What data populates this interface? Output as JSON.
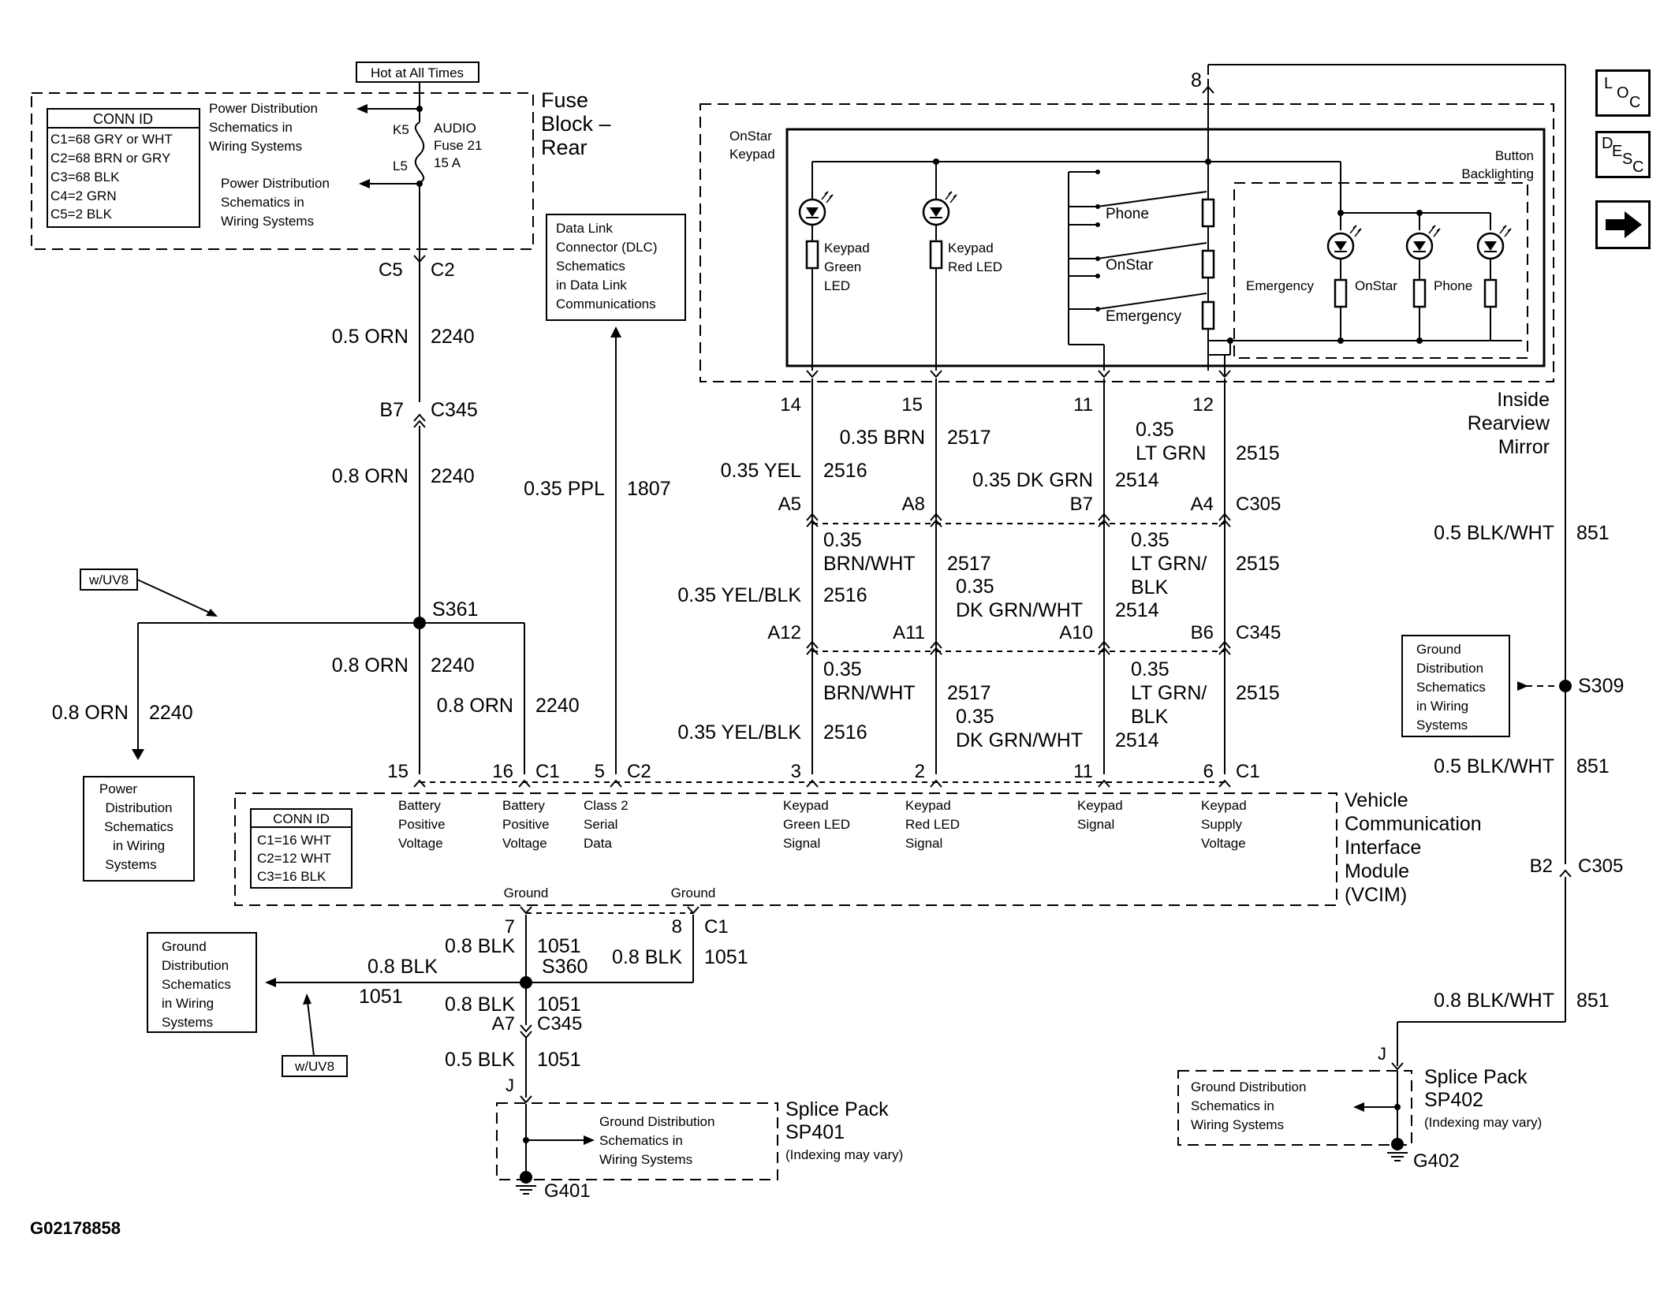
{
  "figure_id": "G02178858",
  "nav": {
    "loc": [
      "L",
      "O",
      "C"
    ],
    "desc": [
      "D",
      "E",
      "S",
      "C"
    ],
    "next_icon": "arrow-right-icon"
  },
  "banner": {
    "hot": "Hot at All Times",
    "uv8": "w/UV8"
  },
  "fuse_block": {
    "title": [
      "Fuse",
      "Block –",
      "Rear"
    ],
    "conn_header": "CONN ID",
    "conn_rows": [
      "C1=68 GRY or WHT",
      "C2=68 BRN or GRY",
      "C3=68 BLK",
      "C4=2 GRN",
      "C5=2 BLK"
    ],
    "pd_top": [
      "Power Distribution",
      "Schematics in",
      "Wiring Systems"
    ],
    "pd_mid": [
      "Power Distribution",
      "Schematics in",
      "Wiring Systems"
    ],
    "k5": "K5",
    "l5": "L5",
    "fuse": [
      "AUDIO",
      "Fuse 21",
      "15 A"
    ],
    "c5": "C5",
    "c2": "C2"
  },
  "dlc_box": [
    "Data Link",
    "Connector (DLC)",
    "Schematics",
    "in Data Link",
    "Communications"
  ],
  "power": {
    "w1": "0.5 ORN",
    "c1": "2240",
    "b7": "B7",
    "c345": "C345",
    "w2": "0.8 ORN",
    "c2": "2240",
    "s361": "S361",
    "w3": "0.8 ORN",
    "c3": "2240",
    "w4": "0.8 ORN",
    "c4": "2240",
    "w5": "0.8 ORN",
    "c5": "2240"
  },
  "pd_left": [
    "Power",
    "Distribution",
    "Schematics",
    "in Wiring",
    "Systems"
  ],
  "serial": {
    "wire": "0.35 PPL",
    "circuit": "1807"
  },
  "mirror": {
    "keypad": [
      "OnStar",
      "Keypad"
    ],
    "backlight": [
      "Button",
      "Backlighting"
    ],
    "green_led": [
      "Keypad",
      "Green",
      "LED"
    ],
    "red_led": [
      "Keypad",
      "Red LED"
    ],
    "sw_phone": "Phone",
    "sw_onstar": "OnStar",
    "sw_emergency": "Emergency",
    "bl_emergency": "Emergency",
    "bl_onstar": "OnStar",
    "bl_phone": "Phone",
    "label": [
      "Inside",
      "Rearview",
      "Mirror"
    ],
    "p14": "14",
    "p15": "15",
    "p11": "11",
    "p12": "12",
    "p8": "8"
  },
  "harness": {
    "r1": {
      "yel": "0.35 YEL",
      "yel_c": "2516",
      "brn": "0.35 BRN",
      "brn_c": "2517",
      "dkgrn": "0.35 DK GRN",
      "dkgrn_c": "2514",
      "ltgrn": [
        "0.35",
        "LT GRN"
      ],
      "ltgrn_c": "2515"
    },
    "c305": {
      "a5": "A5",
      "a8": "A8",
      "b7": "B7",
      "a4": "A4",
      "id": "C305"
    },
    "r2": {
      "yel": "0.35 YEL/BLK",
      "yel_c": "2516",
      "brn": [
        "0.35",
        "BRN/WHT"
      ],
      "brn_c": "2517",
      "dkgrn": [
        "0.35",
        "DK GRN/WHT"
      ],
      "dkgrn_c": "2514",
      "ltgrn": [
        "0.35",
        "LT GRN/",
        "BLK"
      ],
      "ltgrn_c": "2515"
    },
    "c345": {
      "a12": "A12",
      "a11": "A11",
      "a10": "A10",
      "b6": "B6",
      "id": "C345"
    },
    "r3": {
      "yel": "0.35 YEL/BLK",
      "yel_c": "2516",
      "brn": [
        "0.35",
        "BRN/WHT"
      ],
      "brn_c": "2517",
      "dkgrn": [
        "0.35",
        "DK GRN/WHT"
      ],
      "dkgrn_c": "2514",
      "ltgrn": [
        "0.35",
        "LT GRN/",
        "BLK"
      ],
      "ltgrn_c": "2515"
    }
  },
  "vcim": {
    "pins": {
      "p15": "15",
      "p16": "16",
      "c1a": "C1",
      "p5": "5",
      "c2": "C2",
      "p3": "3",
      "p2": "2",
      "p11": "11",
      "p6": "6",
      "c1b": "C1"
    },
    "labels": {
      "bat1": [
        "Battery",
        "Positive",
        "Voltage"
      ],
      "bat2": [
        "Battery",
        "Positive",
        "Voltage"
      ],
      "serial": [
        "Class 2",
        "Serial",
        "Data"
      ],
      "green": [
        "Keypad",
        "Green LED",
        "Signal"
      ],
      "red": [
        "Keypad",
        "Red LED",
        "Signal"
      ],
      "signal": [
        "Keypad",
        "Signal"
      ],
      "supply": [
        "Keypad",
        "Supply",
        "Voltage"
      ]
    },
    "conn_header": "CONN ID",
    "conn_rows": [
      "C1=16 WHT",
      "C2=12 WHT",
      "C3=16 BLK"
    ],
    "title": [
      "Vehicle",
      "Communication",
      "Interface",
      "Module",
      "(VCIM)"
    ],
    "ground1": "Ground",
    "ground2": "Ground",
    "g7": "7",
    "g8": "8",
    "gc1": "C1"
  },
  "ground_left": {
    "w7": "0.8 BLK",
    "c7": "1051",
    "w8": "0.8 BLK",
    "c8": "1051",
    "wl": "0.8 BLK",
    "cl": "1051",
    "s360": "S360",
    "ws": "0.8 BLK",
    "cs": "1051",
    "a7": "A7",
    "c345": "C345",
    "w9": "0.5 BLK",
    "c9": "1051",
    "j": "J",
    "gd_box": [
      "Ground",
      "Distribution",
      "Schematics",
      "in Wiring",
      "Systems"
    ],
    "sp_gd": [
      "Ground Distribution",
      "Schematics in",
      "Wiring Systems"
    ],
    "sp_title": [
      "Splice Pack",
      "SP401"
    ],
    "sp_index": "(Indexing may vary)",
    "g401": "G401"
  },
  "ground_right": {
    "w1": "0.5 BLK/WHT",
    "c1": "851",
    "gd_box": [
      "Ground",
      "Distribution",
      "Schematics",
      "in Wiring",
      "Systems"
    ],
    "s309": "S309",
    "w2": "0.5 BLK/WHT",
    "c2": "851",
    "b2": "B2",
    "c305": "C305",
    "w3": "0.8 BLK/WHT",
    "c3": "851",
    "j": "J",
    "sp_gd": [
      "Ground Distribution",
      "Schematics in",
      "Wiring Systems"
    ],
    "sp_title": [
      "Splice Pack",
      "SP402"
    ],
    "sp_index": "(Indexing may vary)",
    "g402": "G402"
  }
}
